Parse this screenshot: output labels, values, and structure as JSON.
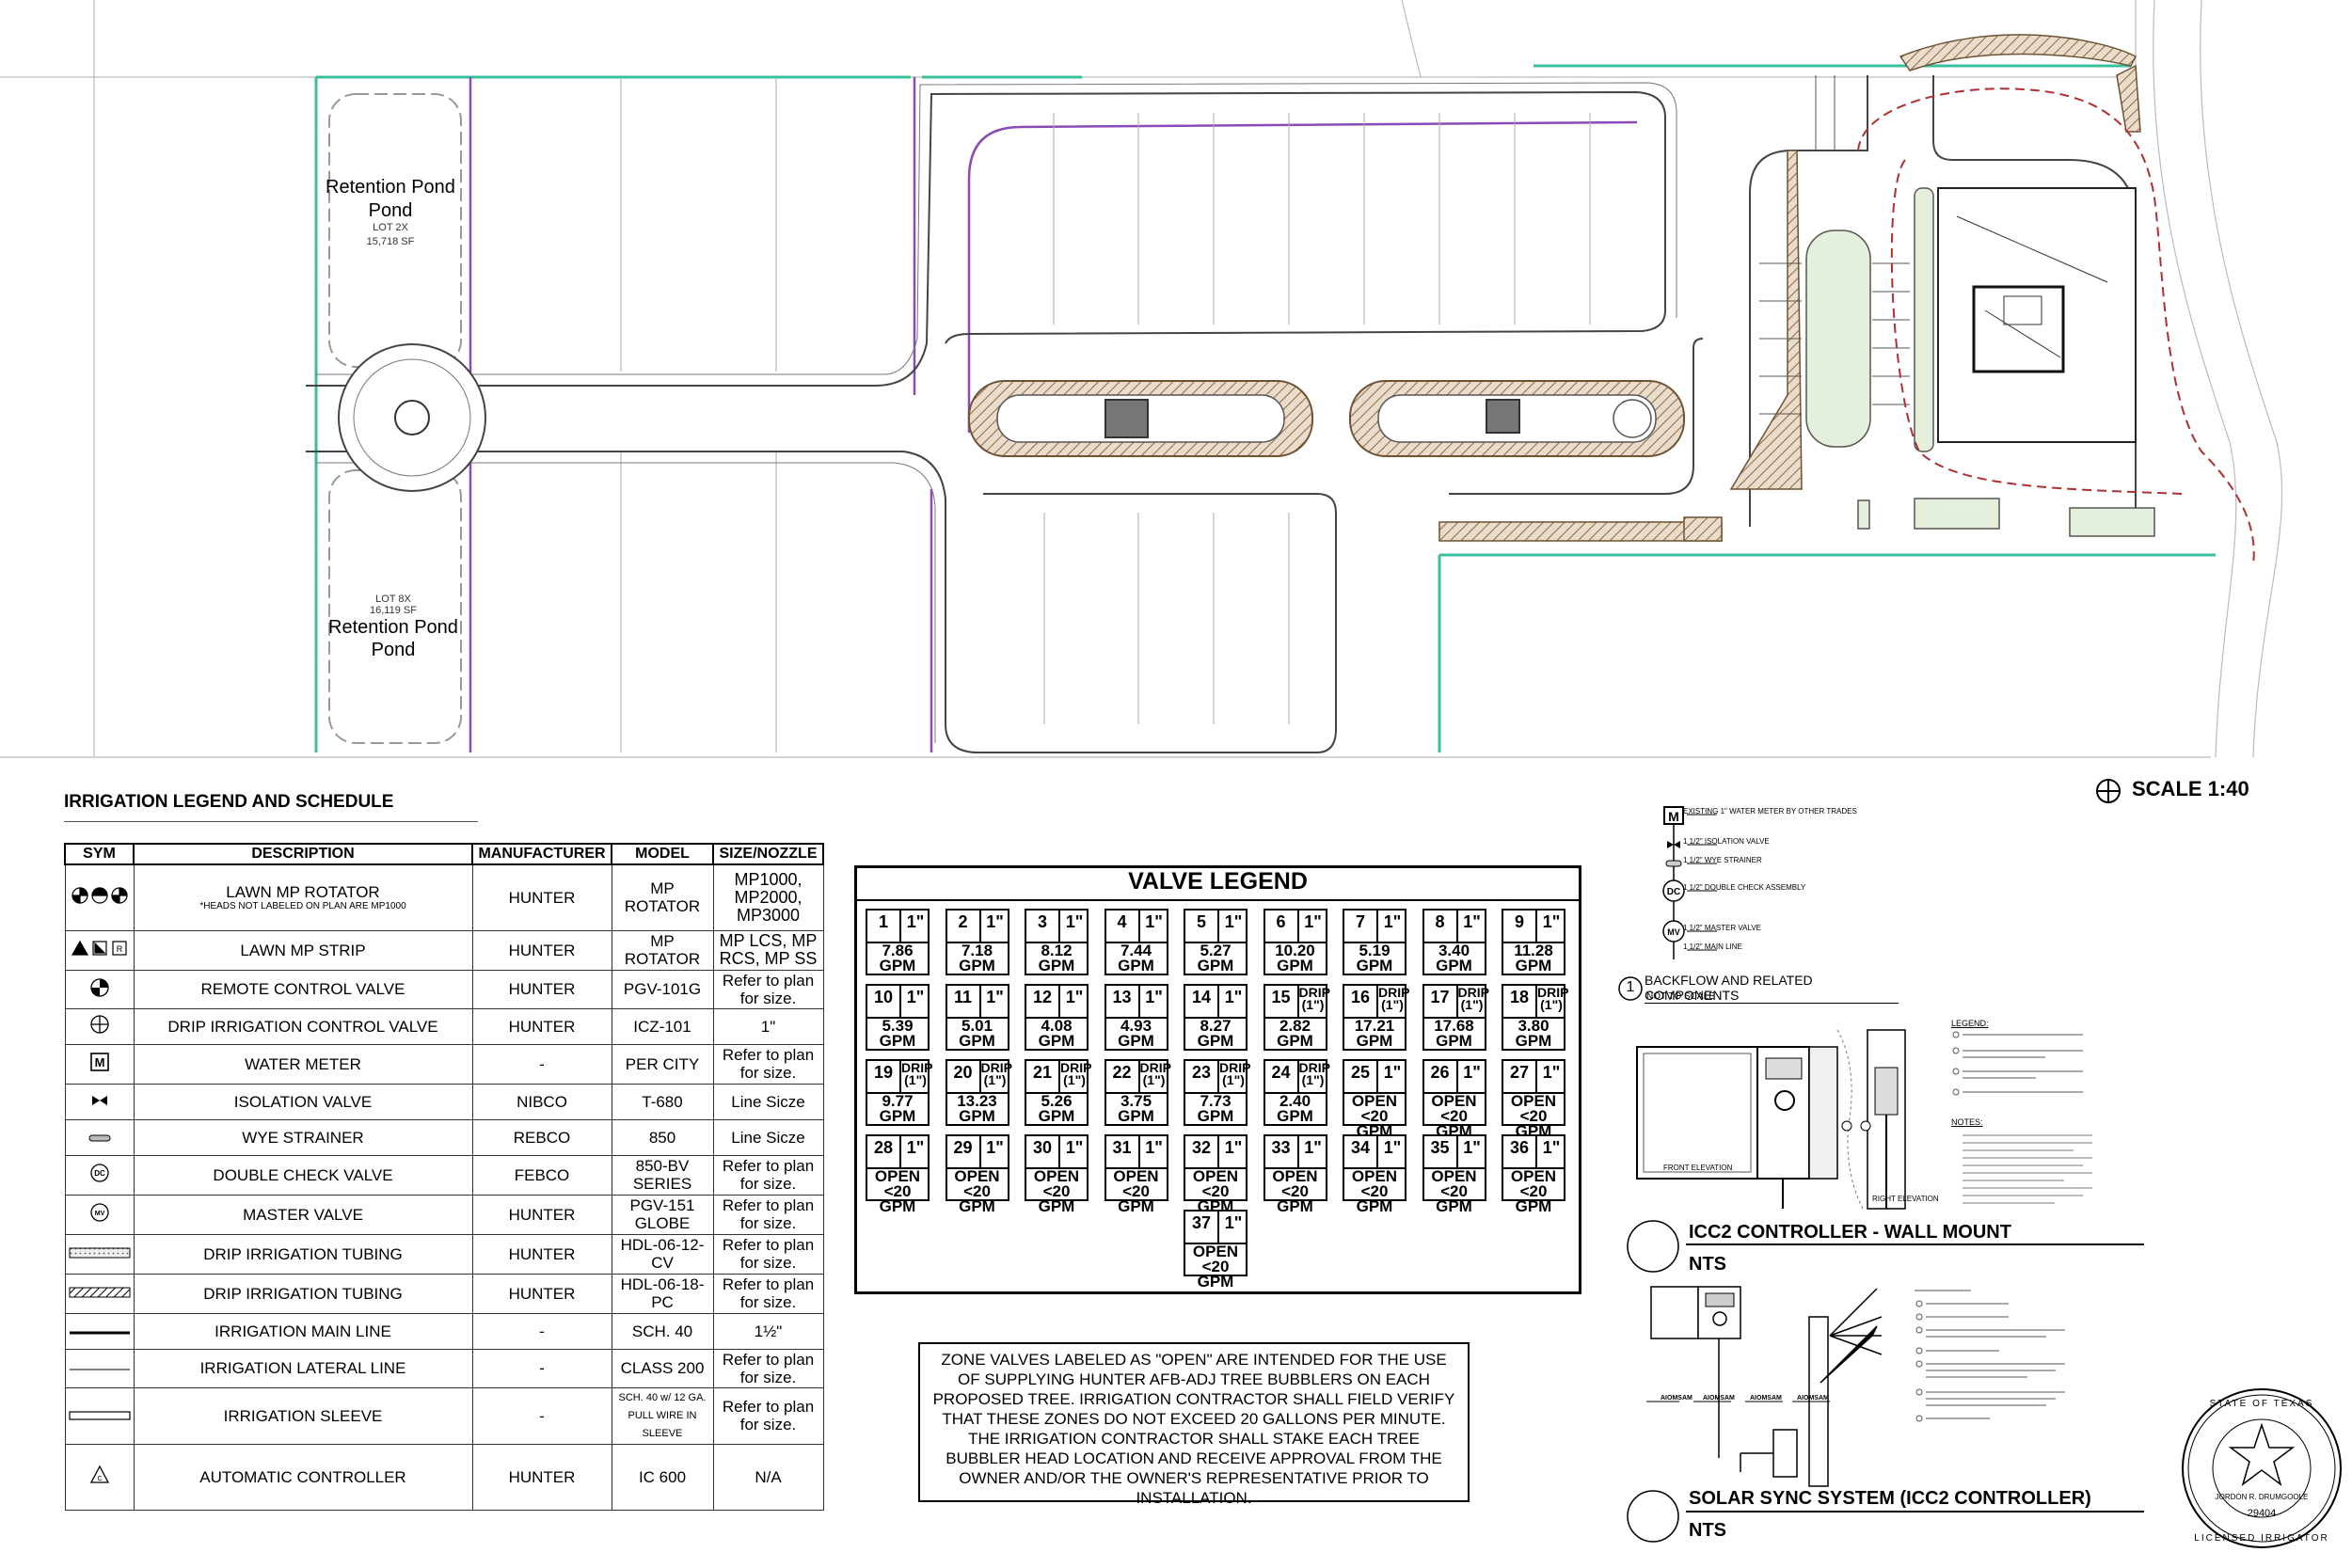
{
  "site_plan": {
    "ponds": [
      {
        "name": "Retention Pond",
        "lot": "LOT 2X",
        "area": "15,718 SF"
      },
      {
        "name": "Retention Pond",
        "lot": "LOT 8X",
        "area": "16,119 SF"
      }
    ]
  },
  "scale": "SCALE 1:40",
  "legend": {
    "title": "IRRIGATION LEGEND AND SCHEDULE",
    "headers": [
      "SYM",
      "DESCRIPTION",
      "MANUFACTURER",
      "MODEL",
      "SIZE/NOZZLE"
    ],
    "rows": [
      {
        "icon": "mp-rotator-icon",
        "description": "LAWN MP ROTATOR",
        "note": "*HEADS NOT LABELED ON PLAN ARE MP1000",
        "manufacturer": "HUNTER",
        "model": "MP ROTATOR",
        "size": "MP1000, MP2000, MP3000"
      },
      {
        "icon": "mp-strip-icon",
        "description": "LAWN MP STRIP",
        "note": "",
        "manufacturer": "HUNTER",
        "model": "MP ROTATOR",
        "size": "MP LCS, MP RCS, MP SS"
      },
      {
        "icon": "remote-valve-icon",
        "description": "REMOTE CONTROL VALVE",
        "note": "",
        "manufacturer": "HUNTER",
        "model": "PGV-101G",
        "size": "Refer to plan for size."
      },
      {
        "icon": "drip-valve-icon",
        "description": "DRIP IRRIGATION CONTROL VALVE",
        "note": "",
        "manufacturer": "HUNTER",
        "model": "ICZ-101",
        "size": "1\""
      },
      {
        "icon": "water-meter-icon",
        "description": "WATER METER",
        "note": "",
        "manufacturer": "-",
        "model": "PER CITY",
        "size": "Refer to plan for size."
      },
      {
        "icon": "isolation-valve-icon",
        "description": "ISOLATION VALVE",
        "note": "",
        "manufacturer": "NIBCO",
        "model": "T-680",
        "size": "Line Sicze"
      },
      {
        "icon": "wye-strainer-icon",
        "description": "WYE STRAINER",
        "note": "",
        "manufacturer": "REBCO",
        "model": "850",
        "size": "Line Sicze"
      },
      {
        "icon": "double-check-icon",
        "description": "DOUBLE CHECK VALVE",
        "note": "",
        "manufacturer": "FEBCO",
        "model": "850-BV SERIES",
        "size": "Refer to plan for size."
      },
      {
        "icon": "master-valve-icon",
        "description": "MASTER VALVE",
        "note": "",
        "manufacturer": "HUNTER",
        "model": "PGV-151 GLOBE",
        "size": "Refer to plan for size."
      },
      {
        "icon": "drip-tubing-12-icon",
        "description": "DRIP IRRIGATION TUBING",
        "note": "",
        "manufacturer": "HUNTER",
        "model": "HDL-06-12-CV",
        "size": "Refer to plan for size."
      },
      {
        "icon": "drip-tubing-18-icon",
        "description": "DRIP IRRIGATION TUBING",
        "note": "",
        "manufacturer": "HUNTER",
        "model": "HDL-06-18-PC",
        "size": "Refer to plan for size."
      },
      {
        "icon": "main-line-icon",
        "description": "IRRIGATION MAIN LINE",
        "note": "",
        "manufacturer": "-",
        "model": "SCH. 40",
        "size": "1½\""
      },
      {
        "icon": "lateral-line-icon",
        "description": "IRRIGATION LATERAL LINE",
        "note": "",
        "manufacturer": "-",
        "model": "CLASS 200",
        "size": "Refer to plan for size."
      },
      {
        "icon": "sleeve-icon",
        "description": "IRRIGATION SLEEVE",
        "note": "",
        "manufacturer": "-",
        "model": "SCH. 40 w/ 12 GA. PULL WIRE IN SLEEVE",
        "size": "Refer to plan for size."
      },
      {
        "icon": "controller-icon",
        "description": "AUTOMATIC CONTROLLER",
        "note": "",
        "manufacturer": "HUNTER",
        "model": "IC 600",
        "size": "N/A"
      }
    ]
  },
  "valve_legend": {
    "title": "VALVE LEGEND",
    "valves": [
      {
        "num": "1",
        "size": "1\"",
        "flow": "7.86 GPM"
      },
      {
        "num": "2",
        "size": "1\"",
        "flow": "7.18 GPM"
      },
      {
        "num": "3",
        "size": "1\"",
        "flow": "8.12 GPM"
      },
      {
        "num": "4",
        "size": "1\"",
        "flow": "7.44 GPM"
      },
      {
        "num": "5",
        "size": "1\"",
        "flow": "5.27 GPM"
      },
      {
        "num": "6",
        "size": "1\"",
        "flow": "10.20 GPM"
      },
      {
        "num": "7",
        "size": "1\"",
        "flow": "5.19 GPM"
      },
      {
        "num": "8",
        "size": "1\"",
        "flow": "3.40 GPM"
      },
      {
        "num": "9",
        "size": "1\"",
        "flow": "11.28 GPM"
      },
      {
        "num": "10",
        "size": "1\"",
        "flow": "5.39 GPM"
      },
      {
        "num": "11",
        "size": "1\"",
        "flow": "5.01 GPM"
      },
      {
        "num": "12",
        "size": "1\"",
        "flow": "4.08 GPM"
      },
      {
        "num": "13",
        "size": "1\"",
        "flow": "4.93 GPM"
      },
      {
        "num": "14",
        "size": "1\"",
        "flow": "8.27 GPM"
      },
      {
        "num": "15",
        "size": "DRIP (1\")",
        "flow": "2.82 GPM"
      },
      {
        "num": "16",
        "size": "DRIP (1\")",
        "flow": "17.21 GPM"
      },
      {
        "num": "17",
        "size": "DRIP (1\")",
        "flow": "17.68 GPM"
      },
      {
        "num": "18",
        "size": "DRIP (1\")",
        "flow": "3.80 GPM"
      },
      {
        "num": "19",
        "size": "DRIP (1\")",
        "flow": "9.77 GPM"
      },
      {
        "num": "20",
        "size": "DRIP (1\")",
        "flow": "13.23 GPM"
      },
      {
        "num": "21",
        "size": "DRIP (1\")",
        "flow": "5.26 GPM"
      },
      {
        "num": "22",
        "size": "DRIP (1\")",
        "flow": "3.75 GPM"
      },
      {
        "num": "23",
        "size": "DRIP (1\")",
        "flow": "7.73 GPM"
      },
      {
        "num": "24",
        "size": "DRIP (1\")",
        "flow": "2.40 GPM"
      },
      {
        "num": "25",
        "size": "1\"",
        "flow": "OPEN <20 GPM"
      },
      {
        "num": "26",
        "size": "1\"",
        "flow": "OPEN <20 GPM"
      },
      {
        "num": "27",
        "size": "1\"",
        "flow": "OPEN <20 GPM"
      },
      {
        "num": "28",
        "size": "1\"",
        "flow": "OPEN <20 GPM"
      },
      {
        "num": "29",
        "size": "1\"",
        "flow": "OPEN <20 GPM"
      },
      {
        "num": "30",
        "size": "1\"",
        "flow": "OPEN <20 GPM"
      },
      {
        "num": "31",
        "size": "1\"",
        "flow": "OPEN <20 GPM"
      },
      {
        "num": "32",
        "size": "1\"",
        "flow": "OPEN <20 GPM"
      },
      {
        "num": "33",
        "size": "1\"",
        "flow": "OPEN <20 GPM"
      },
      {
        "num": "34",
        "size": "1\"",
        "flow": "OPEN <20 GPM"
      },
      {
        "num": "35",
        "size": "1\"",
        "flow": "OPEN <20 GPM"
      },
      {
        "num": "36",
        "size": "1\"",
        "flow": "OPEN <20 GPM"
      },
      {
        "num": "37",
        "size": "1\"",
        "flow": "OPEN <20 GPM"
      }
    ]
  },
  "zone_note": "ZONE VALVES LABELED AS \"OPEN\" ARE INTENDED FOR THE USE OF SUPPLYING HUNTER AFB-ADJ TREE BUBBLERS ON EACH PROPOSED TREE. IRRIGATION CONTRACTOR SHALL FIELD VERIFY THAT THESE ZONES DO NOT EXCEED 20 GALLONS PER MINUTE. THE IRRIGATION CONTRACTOR SHALL STAKE EACH TREE BUBBLER HEAD LOCATION AND RECEIVE APPROVAL FROM THE OWNER AND/OR THE OWNER'S REPRESENTATIVE PRIOR TO INSTALLATION.",
  "backflow": {
    "items": [
      "EXISTING 1\" WATER METER BY OTHER TRADES",
      "1 1/2\" ISOLATION VALVE",
      "1 1/2\" WYE STRAINER",
      "1 1/2\" DOUBLE CHECK ASSEMBLY",
      "1 1/2\" MASTER VALVE",
      "1 1/2\" MAIN LINE"
    ],
    "number": "1",
    "title": "BACKFLOW AND RELATED COMPONENTS",
    "subtitle": "NOT TO SCALE"
  },
  "details": {
    "controller_title": "ICC2 CONTROLLER - WALL MOUNT",
    "controller_nts": "NTS",
    "solar_title": "SOLAR SYNC SYSTEM (ICC2 CONTROLLER)",
    "solar_nts": "NTS",
    "front_elevation": "FRONT ELEVATION",
    "right_elevation": "RIGHT ELEVATION",
    "legend_label": "LEGEND:",
    "notes_label": "NOTES:"
  },
  "seal": {
    "number": "29404",
    "name": "JORDON R. DRUMGOOLE"
  }
}
